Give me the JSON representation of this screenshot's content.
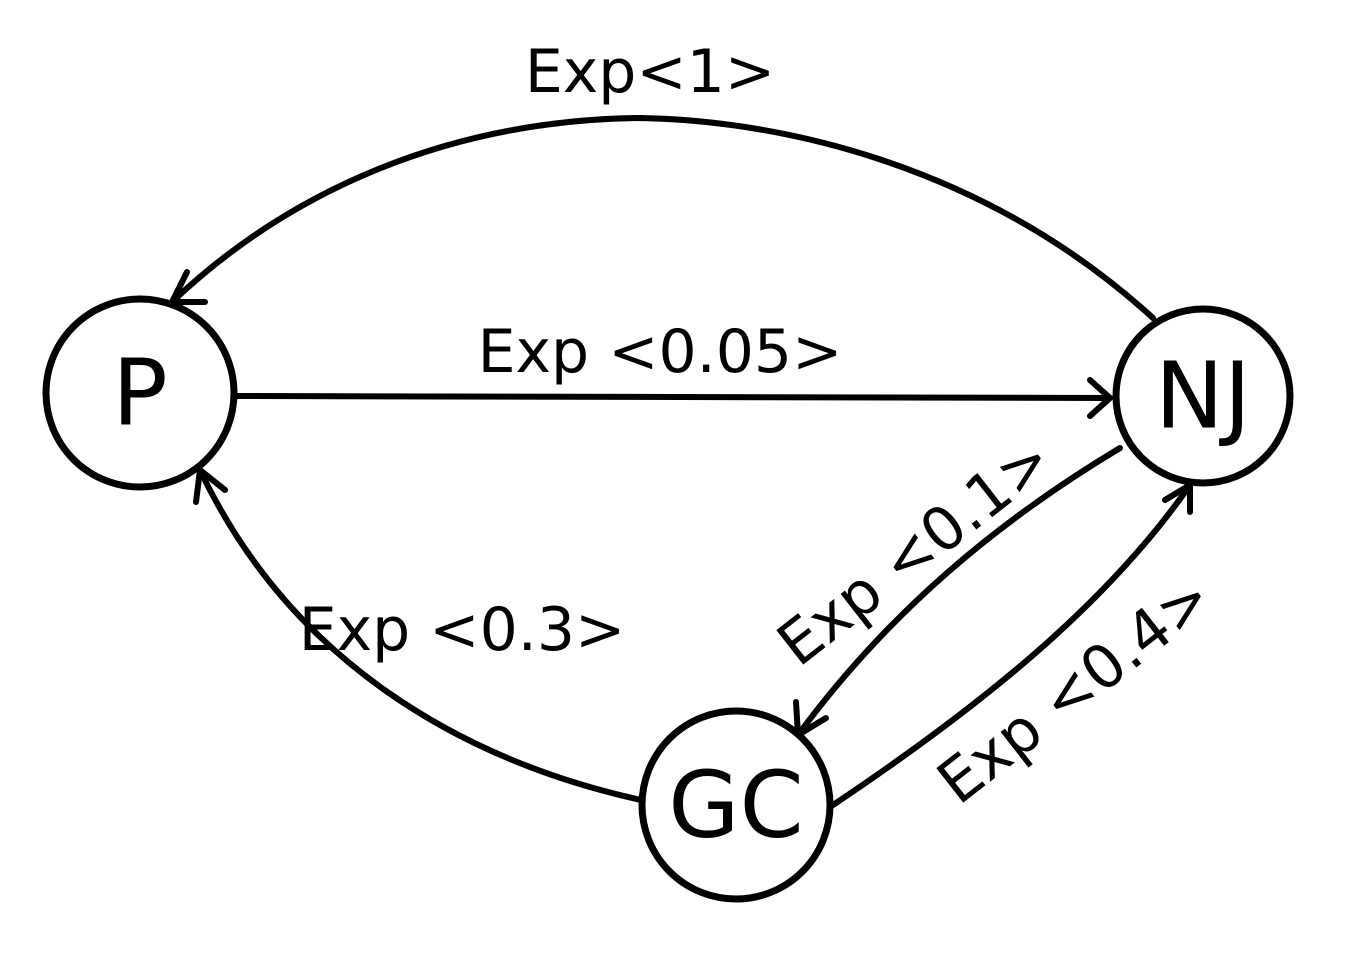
{
  "diagram": {
    "nodes": {
      "p": "P",
      "nj": "NJ",
      "gc": "GC"
    },
    "edges": {
      "nj_to_p": {
        "rate": "Exp<1>"
      },
      "p_to_nj": {
        "rate": "Exp <0.05>"
      },
      "gc_to_p": {
        "rate": "Exp <0.3>"
      },
      "nj_to_gc": {
        "rate": "Exp <0.1>"
      },
      "gc_to_nj": {
        "rate": "Exp <0.4>"
      }
    },
    "colors": {
      "stroke": "#000000",
      "background": "#ffffff"
    }
  }
}
